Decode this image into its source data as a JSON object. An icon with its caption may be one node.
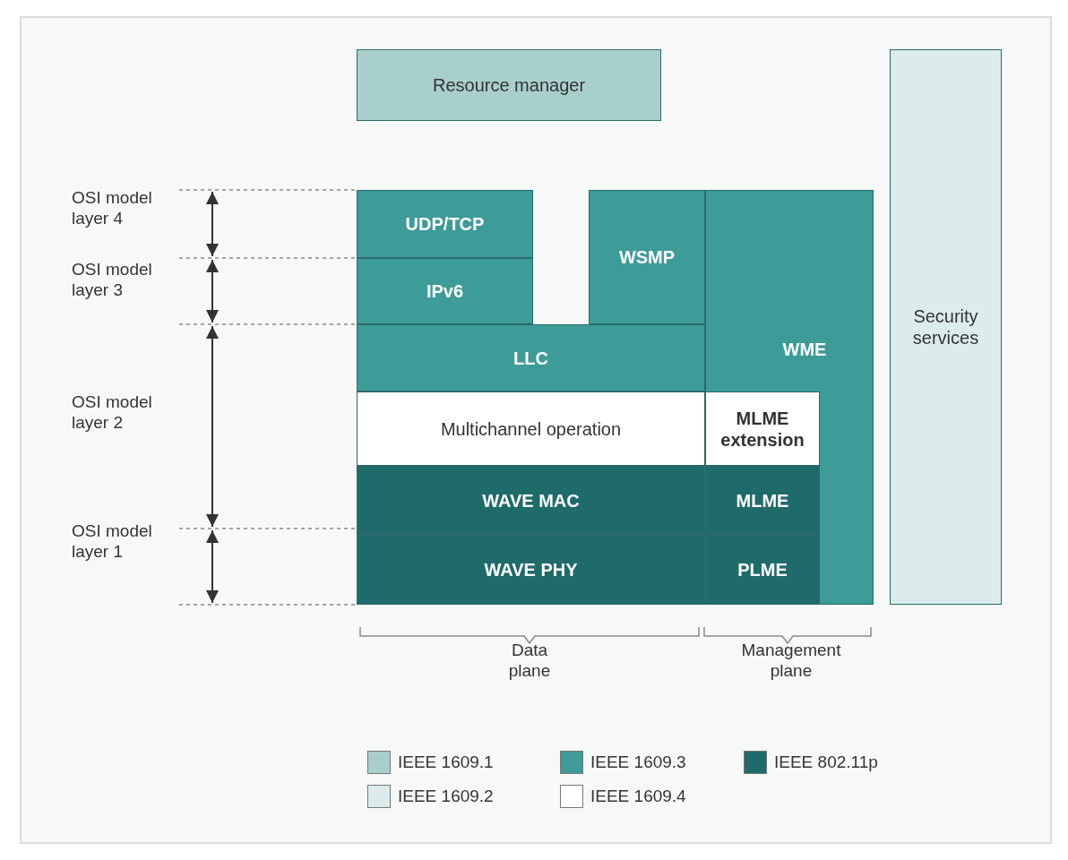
{
  "diagram": {
    "nodes": [
      {
        "text": [
          "Resource manager"
        ]
      },
      {
        "text": [
          "Security services"
        ]
      },
      {
        "text": [
          "UDP/TCP"
        ]
      },
      {
        "text": [
          "IPv6"
        ]
      },
      {
        "text": [
          "WSMP"
        ]
      },
      {
        "text": [
          "LLC"
        ]
      },
      {
        "text": [
          "WME"
        ]
      },
      {
        "text": [
          "Multichannel operation"
        ]
      },
      {
        "text": [
          "MLME extension"
        ],
        "in": 6
      },
      {
        "text": [
          "WAVE MAC"
        ]
      },
      {
        "text": [
          "MLME"
        ],
        "in": 6
      },
      {
        "text": [
          "WAVE PHY"
        ]
      },
      {
        "text": [
          "PLME"
        ],
        "in": 6
      }
    ],
    "edges": [],
    "labels": [
      "OSI model layer 4",
      "OSI model layer 3",
      "OSI model layer 2",
      "OSI model layer 1",
      "Data plane",
      "Management plane"
    ],
    "legend": [
      {
        "text": "IEEE 1609.1",
        "color": "#a9cfcc"
      },
      {
        "text": "IEEE 1609.3",
        "color": "#3d9b98"
      },
      {
        "text": "IEEE 802.11p",
        "color": "#1f6b6a"
      },
      {
        "text": "IEEE 1609.2",
        "color": "#dcecec"
      },
      {
        "text": "IEEE 1609.4",
        "color": "#ffffff"
      }
    ]
  }
}
